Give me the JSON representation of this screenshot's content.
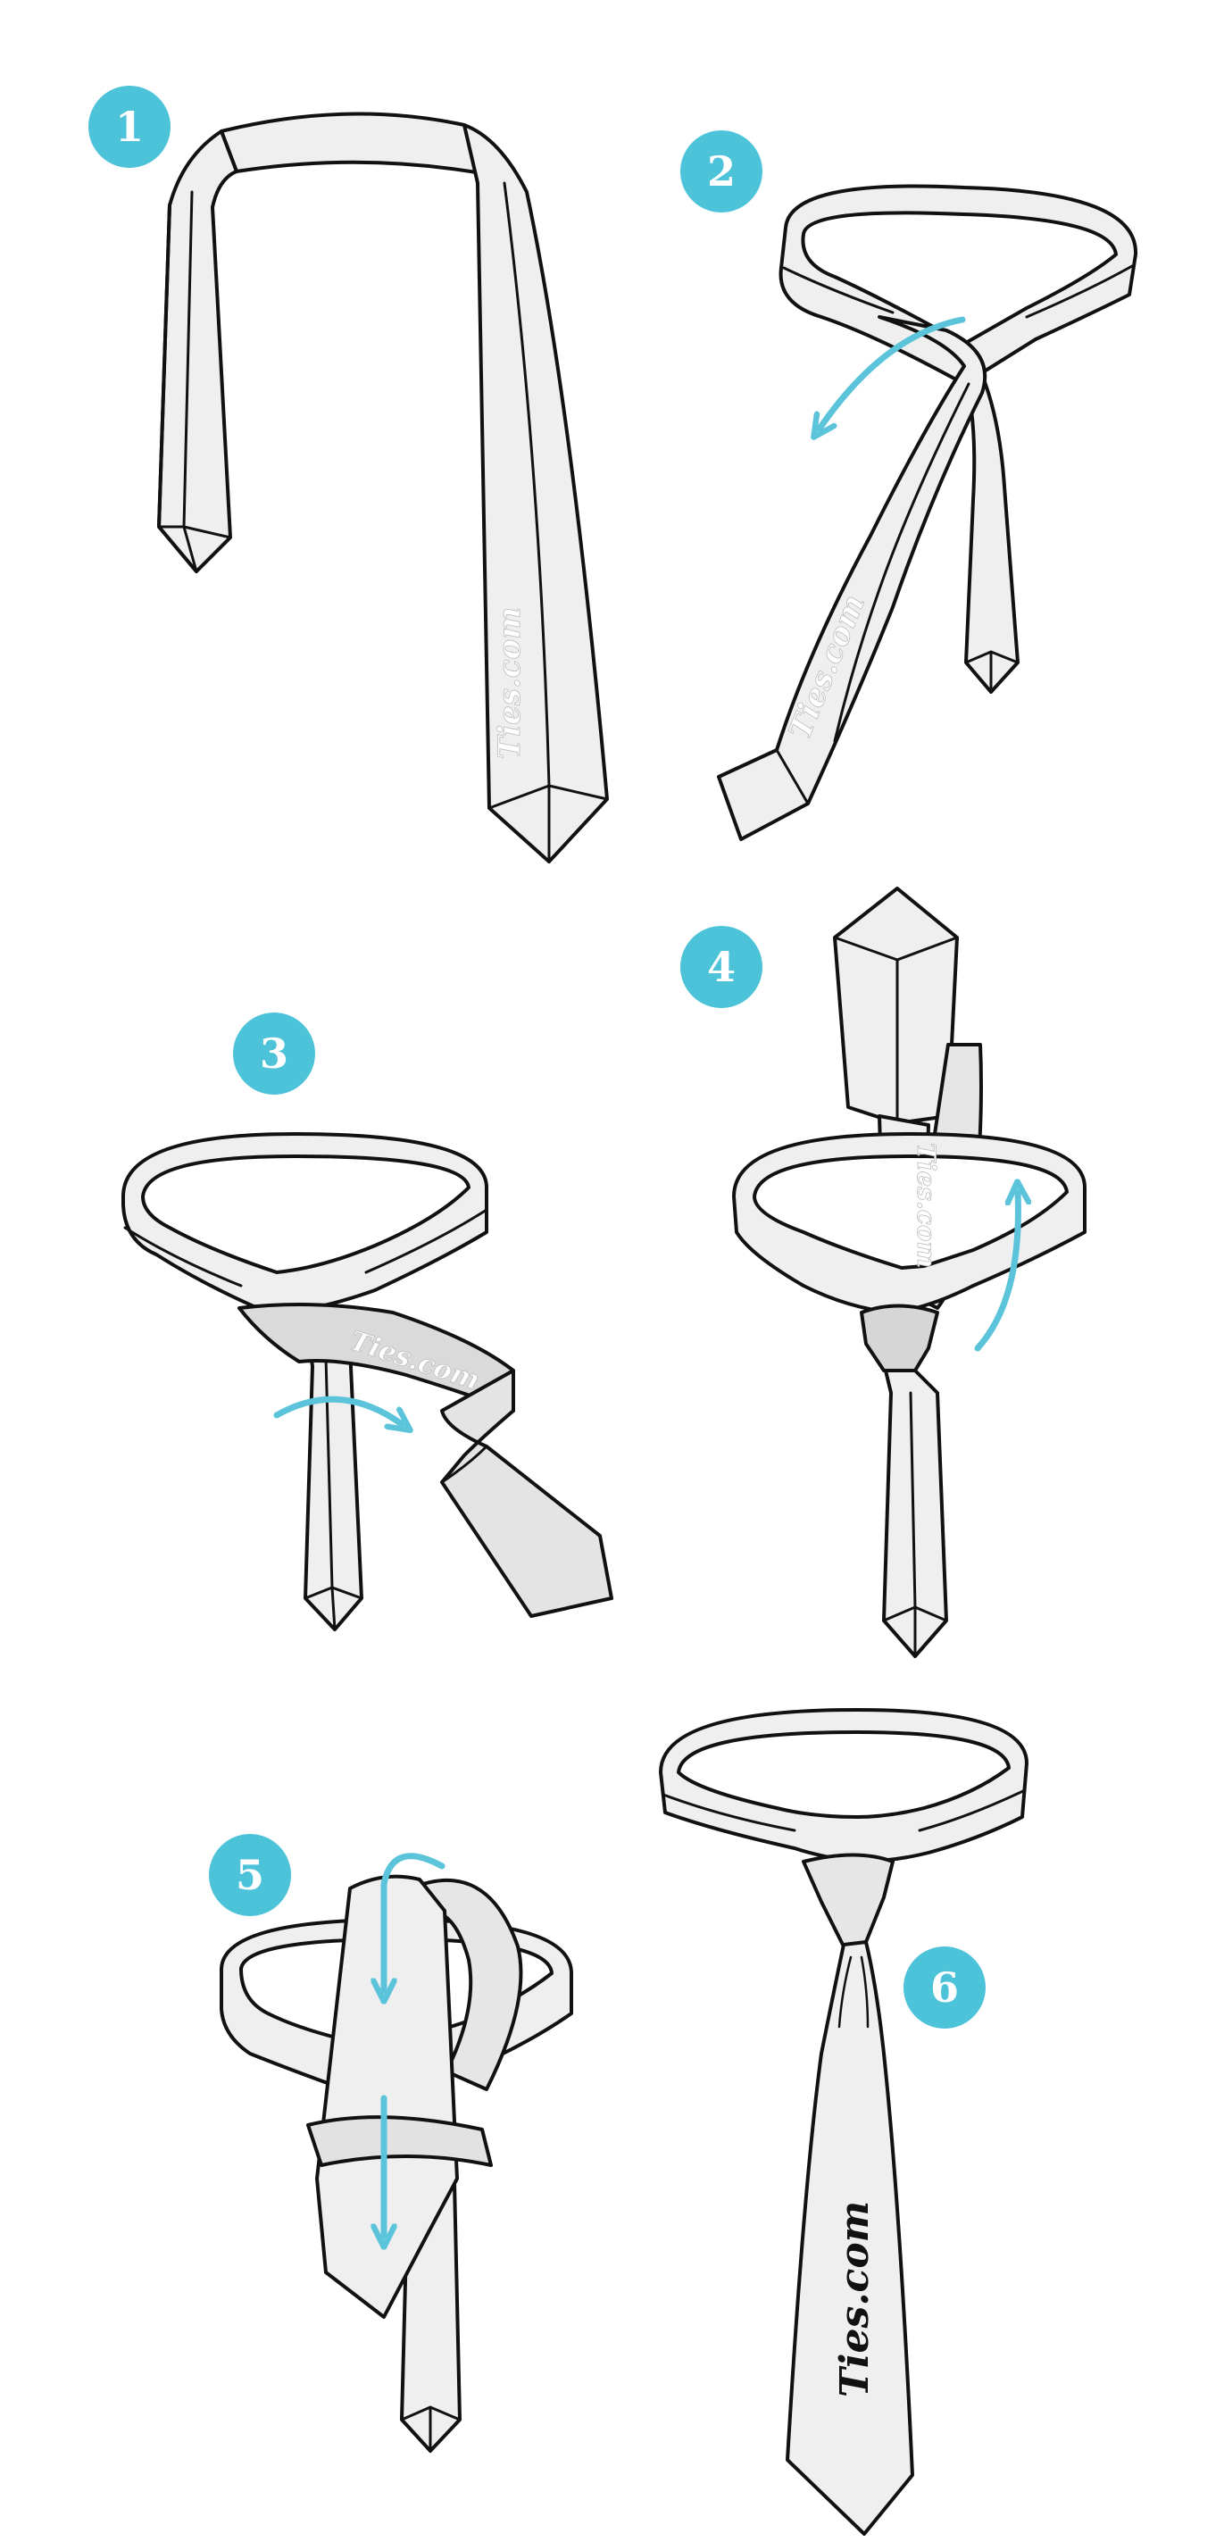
{
  "colors": {
    "badge": "#4cc3d9",
    "arrow": "#5bc4da",
    "tie_fill": "#efefef",
    "tie_shadow": "#dcdcdc",
    "outline": "#111111",
    "background": "#ffffff"
  },
  "steps": [
    {
      "number": "1",
      "watermark": "Ties.com"
    },
    {
      "number": "2",
      "watermark": "Ties.com"
    },
    {
      "number": "3",
      "watermark": "Ties.com"
    },
    {
      "number": "4",
      "watermark": "Ties.com"
    },
    {
      "number": "5",
      "watermark": ""
    },
    {
      "number": "6",
      "watermark": "Ties.com"
    }
  ]
}
